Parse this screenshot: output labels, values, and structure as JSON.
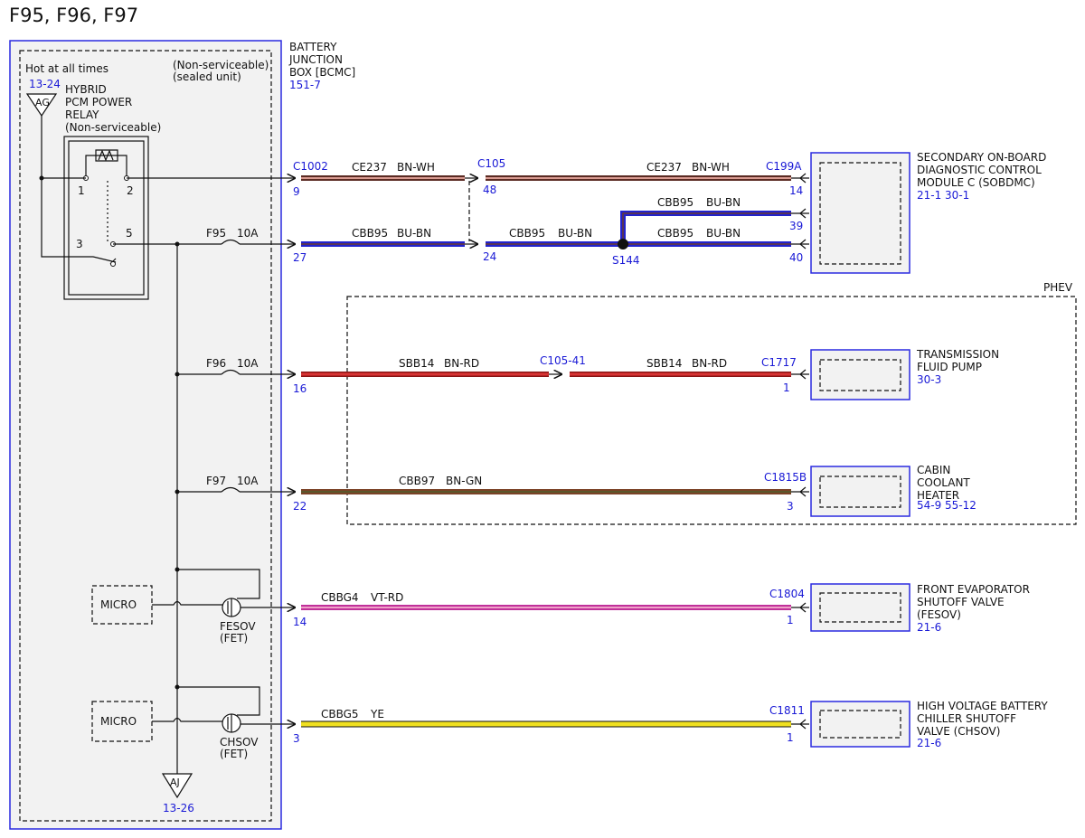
{
  "title": "F95, F96, F97",
  "bjb": {
    "name_lines": [
      "BATTERY",
      "JUNCTION",
      "BOX [BCMC]"
    ],
    "ref": "151-7",
    "hot_label": "Hot at all times",
    "nonserviceable_lines": [
      "(Non-serviceable)",
      "(sealed unit)"
    ],
    "relay_ref": "13-24",
    "relay_tag": "AG",
    "relay_lines": [
      "HYBRID",
      "PCM POWER",
      "RELAY",
      "(Non-serviceable)"
    ],
    "relay_pins": [
      "1",
      "2",
      "3",
      "5"
    ],
    "ground_tag": "AJ",
    "ground_ref": "13-26",
    "micro_label": "MICRO",
    "fesov_lines": [
      "FESOV",
      "(FET)"
    ],
    "chsov_lines": [
      "CHSOV",
      "(FET)"
    ]
  },
  "fuses": [
    {
      "name": "F95",
      "rating": "10A"
    },
    {
      "name": "F96",
      "rating": "10A"
    },
    {
      "name": "F97",
      "rating": "10A"
    }
  ],
  "phev_label": "PHEV",
  "colors": {
    "bn_wh": "#a05a48",
    "bu_bn": "#2222cc",
    "bn_rd": "#c0282a",
    "bn_gn": "#8a4a2a",
    "vt_rd": "#e070b0",
    "ye": "#f0e020",
    "blue": "#2a2ae0",
    "box_fill": "#f2f2f2"
  },
  "circuits": [
    {
      "circuit": "CE237",
      "color_code": "BN-WH",
      "from_pin": "9",
      "from_connector": "C1002"
    },
    {
      "circuit": "CE237",
      "color_code": "BN-WH"
    },
    {
      "circuit": "CBB95",
      "color_code": "BU-BN",
      "from_pin": "27"
    },
    {
      "circuit": "CBB95",
      "color_code": "BU-BN"
    },
    {
      "circuit": "CBB95",
      "color_code": "BU-BN"
    },
    {
      "circuit": "CBB95",
      "color_code": "BU-BN"
    },
    {
      "circuit": "SBB14",
      "color_code": "BN-RD",
      "from_pin": "16"
    },
    {
      "circuit": "SBB14",
      "color_code": "BN-RD"
    },
    {
      "circuit": "CBB97",
      "color_code": "BN-GN",
      "from_pin": "22"
    },
    {
      "circuit": "CBBG4",
      "color_code": "VT-RD",
      "from_pin": "14"
    },
    {
      "circuit": "CBBG5",
      "color_code": "YE",
      "from_pin": "3"
    }
  ],
  "inline": {
    "c105": {
      "name": "C105",
      "pin_top": "48",
      "pin_bottom": "24"
    },
    "c105_41": "C105-41",
    "splice": "S144"
  },
  "components": [
    {
      "connector": "C199A",
      "pins": [
        "14",
        "39",
        "40"
      ],
      "name_lines": [
        "SECONDARY ON-BOARD",
        "DIAGNOSTIC CONTROL",
        "MODULE C (SOBDMC)"
      ],
      "ref": "21-1   30-1"
    },
    {
      "connector": "C1717",
      "pins": [
        "1"
      ],
      "name_lines": [
        "TRANSMISSION",
        "FLUID PUMP"
      ],
      "ref": "30-3"
    },
    {
      "connector": "C1815B",
      "pins": [
        "3"
      ],
      "name_lines": [
        "CABIN",
        "COOLANT",
        "HEATER"
      ],
      "ref": "54-9   55-12"
    },
    {
      "connector": "C1804",
      "pins": [
        "1"
      ],
      "name_lines": [
        "FRONT EVAPORATOR",
        "SHUTOFF VALVE",
        "(FESOV)"
      ],
      "ref": "21-6"
    },
    {
      "connector": "C1811",
      "pins": [
        "1"
      ],
      "name_lines": [
        "HIGH VOLTAGE BATTERY",
        "CHILLER SHUTOFF",
        "VALVE (CHSOV)"
      ],
      "ref": "21-6"
    }
  ]
}
